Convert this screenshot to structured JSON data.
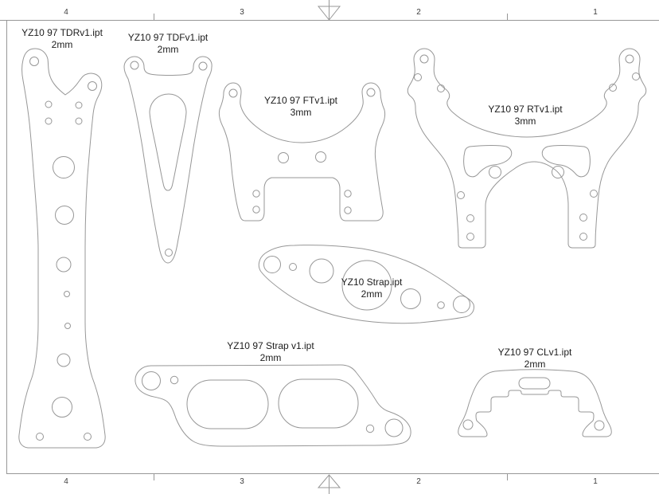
{
  "sheet": {
    "bg": "#ffffff",
    "line_color": "#979797",
    "text_color": "#1c1c1c"
  },
  "ruler": {
    "top": [
      "4",
      "3",
      "2",
      "1"
    ],
    "bottom": [
      "4",
      "3",
      "2",
      "1"
    ]
  },
  "parts": [
    {
      "id": "tdr",
      "name": "YZ10 97 TDRv1.ipt",
      "thickness": "2mm"
    },
    {
      "id": "tdf",
      "name": "YZ10 97 TDFv1.ipt",
      "thickness": "2mm"
    },
    {
      "id": "ft",
      "name": "YZ10 97 FTv1.ipt",
      "thickness": "3mm"
    },
    {
      "id": "rt",
      "name": "YZ10 97 RTv1.ipt",
      "thickness": "3mm"
    },
    {
      "id": "strap",
      "name": "YZ10 Strap.ipt",
      "thickness": "2mm"
    },
    {
      "id": "strapv1",
      "name": "YZ10 97 Strap v1.ipt",
      "thickness": "2mm"
    },
    {
      "id": "cl",
      "name": "YZ10 97 CLv1.ipt",
      "thickness": "2mm"
    }
  ]
}
